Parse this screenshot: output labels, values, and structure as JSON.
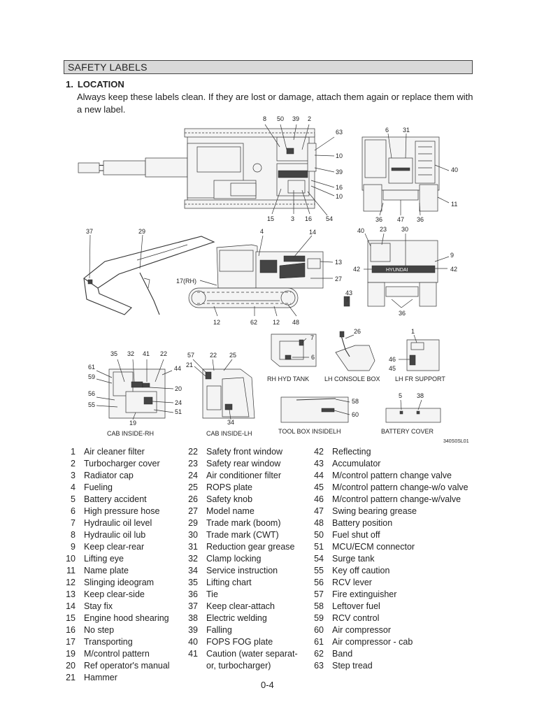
{
  "title": "SAFETY LABELS",
  "section": {
    "number": "1.",
    "heading": "LOCATION",
    "text": "Always keep these labels clean.  If they are lost or damage, attach them again or replace them with a new label."
  },
  "callouts": {
    "top_a": "8",
    "top_b": "50",
    "top_c": "39",
    "top_d": "2",
    "top_e": "63",
    "top_f": "10",
    "top_g": "39",
    "top_h": "16",
    "top_i": "10",
    "top_j": "15",
    "top_k": "3",
    "top_l": "16",
    "top_m": "54",
    "rear_a": "6",
    "rear_b": "31",
    "rear_c": "40",
    "rear_d": "11",
    "rear_e": "36",
    "rear_f": "47",
    "rear_g": "36",
    "side_a": "37",
    "side_b": "29",
    "side_c": "4",
    "side_d": "14",
    "side_e": "13",
    "side_f": "27",
    "side_g": "17(RH)",
    "side_h": "12",
    "side_i": "62",
    "side_j": "12",
    "side_k": "48",
    "back_a": "40",
    "back_b": "23",
    "back_c": "30",
    "back_d": "9",
    "back_e": "42",
    "back_f": "42",
    "back_g": "43",
    "back_h": "36",
    "hyd_a": "7",
    "hyd_b": "6",
    "con_a": "26",
    "sup_a": "1",
    "sup_b": "46",
    "sup_c": "45",
    "rh_a": "35",
    "rh_b": "32",
    "rh_c": "41",
    "rh_d": "22",
    "rh_e": "61",
    "rh_f": "44",
    "rh_g": "59",
    "rh_h": "20",
    "rh_i": "56",
    "rh_j": "24",
    "rh_k": "55",
    "rh_l": "51",
    "rh_m": "19",
    "lh_a": "57",
    "lh_b": "22",
    "lh_c": "25",
    "lh_d": "21",
    "lh_e": "34",
    "tb_a": "58",
    "tb_b": "60",
    "bat_a": "5",
    "bat_b": "38"
  },
  "captions": {
    "rh_hyd_tank": "RH HYD TANK",
    "lh_console_box": "LH CONSOLE BOX",
    "lh_fr_support": "LH FR SUPPORT",
    "cab_inside_rh": "CAB INSIDE-RH",
    "cab_inside_lh": "CAB INSIDE-LH",
    "tool_box": "TOOL BOX INSIDELH",
    "battery_cover": "BATTERY COVER",
    "figure_code": "340S0SL01",
    "brand": "HYUNDAI"
  },
  "labels_col1": [
    {
      "n": "1",
      "t": "Air cleaner filter"
    },
    {
      "n": "2",
      "t": "Turbocharger cover"
    },
    {
      "n": "3",
      "t": "Radiator cap"
    },
    {
      "n": "4",
      "t": "Fueling"
    },
    {
      "n": "5",
      "t": "Battery accident"
    },
    {
      "n": "6",
      "t": "High pressure hose"
    },
    {
      "n": "7",
      "t": "Hydraulic oil level"
    },
    {
      "n": "8",
      "t": "Hydraulic oil lub"
    },
    {
      "n": "9",
      "t": "Keep clear-rear"
    },
    {
      "n": "10",
      "t": "Lifting eye"
    },
    {
      "n": "11",
      "t": "Name plate"
    },
    {
      "n": "12",
      "t": "Slinging ideogram"
    },
    {
      "n": "13",
      "t": "Keep clear-side"
    },
    {
      "n": "14",
      "t": "Stay fix"
    },
    {
      "n": "15",
      "t": "Engine hood shearing"
    },
    {
      "n": "16",
      "t": "No step"
    },
    {
      "n": "17",
      "t": "Transporting"
    },
    {
      "n": "19",
      "t": "M/control pattern"
    },
    {
      "n": "20",
      "t": "Ref operator's manual"
    },
    {
      "n": "21",
      "t": "Hammer"
    }
  ],
  "labels_col2": [
    {
      "n": "22",
      "t": "Safety front window"
    },
    {
      "n": "23",
      "t": "Safety rear window"
    },
    {
      "n": "24",
      "t": "Air conditioner filter"
    },
    {
      "n": "25",
      "t": "ROPS plate"
    },
    {
      "n": "26",
      "t": "Safety knob"
    },
    {
      "n": "27",
      "t": "Model name"
    },
    {
      "n": "29",
      "t": "Trade mark (boom)"
    },
    {
      "n": "30",
      "t": "Trade mark (CWT)"
    },
    {
      "n": "31",
      "t": "Reduction gear grease"
    },
    {
      "n": "32",
      "t": "Clamp locking"
    },
    {
      "n": "34",
      "t": "Service instruction"
    },
    {
      "n": "35",
      "t": "Lifting chart"
    },
    {
      "n": "36",
      "t": "Tie"
    },
    {
      "n": "37",
      "t": "Keep clear-attach"
    },
    {
      "n": "38",
      "t": "Electric welding"
    },
    {
      "n": "39",
      "t": "Falling"
    },
    {
      "n": "40",
      "t": "FOPS FOG plate"
    },
    {
      "n": "41",
      "t": "Caution (water separat-"
    },
    {
      "n": "",
      "t": "or, turbocharger)"
    }
  ],
  "labels_col3": [
    {
      "n": "42",
      "t": "Reflecting"
    },
    {
      "n": "43",
      "t": "Accumulator"
    },
    {
      "n": "44",
      "t": "M/control pattern change valve"
    },
    {
      "n": "45",
      "t": "M/control pattern change-w/o valve"
    },
    {
      "n": "46",
      "t": "M/control pattern change-w/valve"
    },
    {
      "n": "47",
      "t": "Swing bearing grease"
    },
    {
      "n": "48",
      "t": "Battery position"
    },
    {
      "n": "50",
      "t": "Fuel shut off"
    },
    {
      "n": "51",
      "t": "MCU/ECM connector"
    },
    {
      "n": "54",
      "t": "Surge tank"
    },
    {
      "n": "55",
      "t": "Key off caution"
    },
    {
      "n": "56",
      "t": "RCV lever"
    },
    {
      "n": "57",
      "t": "Fire extinguisher"
    },
    {
      "n": "58",
      "t": "Leftover fuel"
    },
    {
      "n": "59",
      "t": "RCV control"
    },
    {
      "n": "60",
      "t": "Air compressor"
    },
    {
      "n": "61",
      "t": "Air compressor - cab"
    },
    {
      "n": "62",
      "t": "Band"
    },
    {
      "n": "63",
      "t": "Step tread"
    }
  ],
  "page_number": "0-4"
}
